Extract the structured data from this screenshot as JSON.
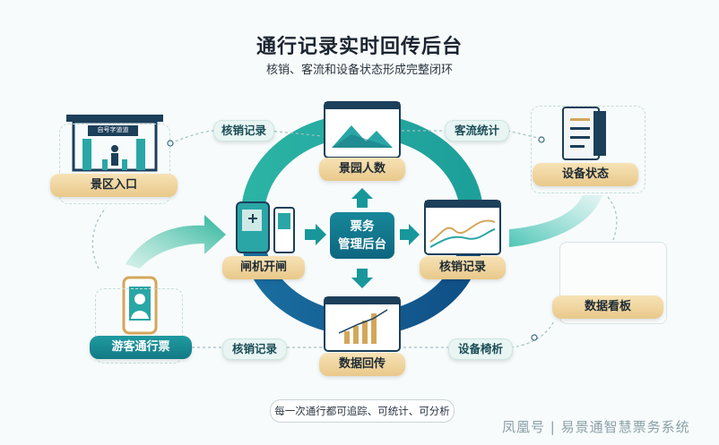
{
  "title": "通行记录实时回传后台",
  "subtitle": "核销、客流和设备状态形成完整闭环",
  "center": {
    "line1": "票务",
    "line2": "管理后台"
  },
  "nodes": {
    "scenic_entrance": "景区入口",
    "park_people": "景园人数",
    "device_status": "设备状态",
    "gate_open": "闸机开闸",
    "verify_record_right": "核销记录",
    "data_board": "数据看板",
    "visitor_ticket": "游客通行票",
    "data_return": "数据回传"
  },
  "badges": {
    "verify_record_top": "核销记录",
    "flow_stats": "客流统计",
    "verify_record_bottom": "核销记录",
    "device_analysis": "设备椅析"
  },
  "gate_sign": "自号字道道",
  "footer_note": "每一次通行都可追踪、可统计、可分析",
  "watermark": "凤凰号 | 易景通智慧票务系统",
  "colors": {
    "teal": "#16929b",
    "gold": "#edd09a",
    "navy": "#1c3f5a"
  }
}
